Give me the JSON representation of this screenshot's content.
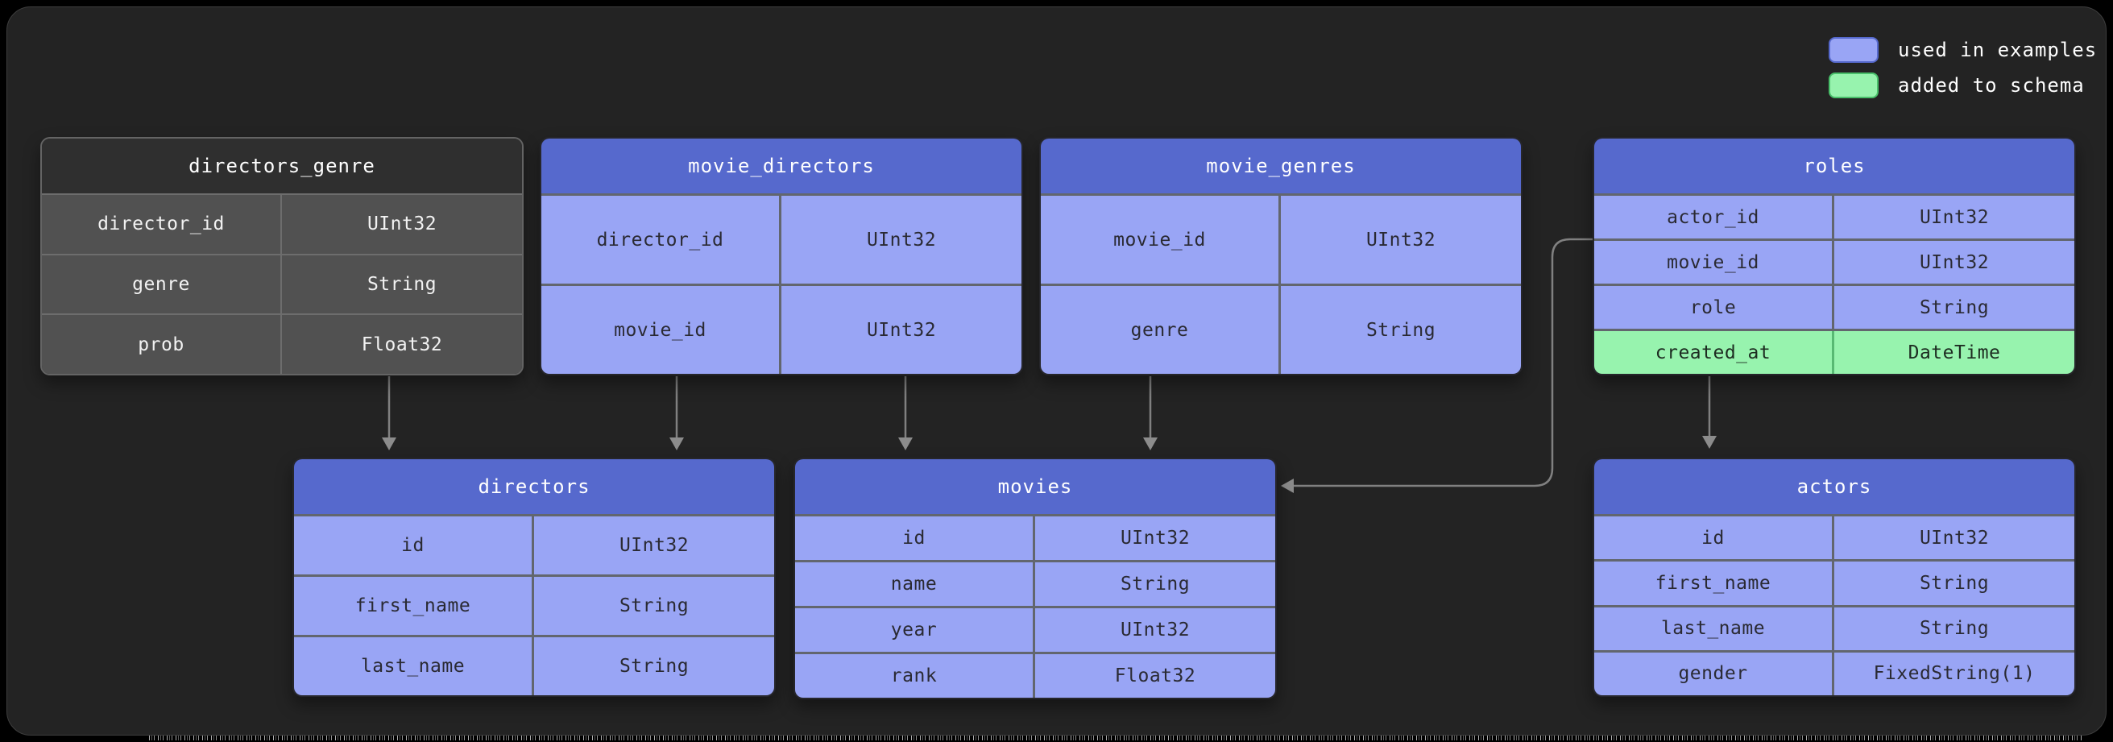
{
  "legend": {
    "items": [
      {
        "label": "used in examples",
        "swatch": "blue",
        "color": "#99a5f5"
      },
      {
        "label": "added to schema",
        "swatch": "green",
        "color": "#97f3ae"
      }
    ]
  },
  "colors": {
    "background": "#232323",
    "table_header_blue": "#5669cd",
    "table_row_blue": "#99a5f5",
    "table_header_muted": "#2f2f2f",
    "table_row_muted": "#515151",
    "added_row_green": "#97f3ae",
    "connector_gray": "#808080"
  },
  "tables": {
    "directors_genre": {
      "title": "directors_genre",
      "variant": "muted",
      "rows": [
        {
          "name": "director_id",
          "type": "UInt32"
        },
        {
          "name": "genre",
          "type": "String"
        },
        {
          "name": "prob",
          "type": "Float32"
        }
      ]
    },
    "movie_directors": {
      "title": "movie_directors",
      "variant": "used_in_examples",
      "rows": [
        {
          "name": "director_id",
          "type": "UInt32"
        },
        {
          "name": "movie_id",
          "type": "UInt32"
        }
      ]
    },
    "movie_genres": {
      "title": "movie_genres",
      "variant": "used_in_examples",
      "rows": [
        {
          "name": "movie_id",
          "type": "UInt32"
        },
        {
          "name": "genre",
          "type": "String"
        }
      ]
    },
    "roles": {
      "title": "roles",
      "variant": "used_in_examples",
      "rows": [
        {
          "name": "actor_id",
          "type": "UInt32"
        },
        {
          "name": "movie_id",
          "type": "UInt32"
        },
        {
          "name": "role",
          "type": "String"
        },
        {
          "name": "created_at",
          "type": "DateTime",
          "status": "added_to_schema"
        }
      ]
    },
    "directors": {
      "title": "directors",
      "variant": "used_in_examples",
      "rows": [
        {
          "name": "id",
          "type": "UInt32"
        },
        {
          "name": "first_name",
          "type": "String"
        },
        {
          "name": "last_name",
          "type": "String"
        }
      ]
    },
    "movies": {
      "title": "movies",
      "variant": "used_in_examples",
      "rows": [
        {
          "name": "id",
          "type": "UInt32"
        },
        {
          "name": "name",
          "type": "String"
        },
        {
          "name": "year",
          "type": "UInt32"
        },
        {
          "name": "rank",
          "type": "Float32"
        }
      ]
    },
    "actors": {
      "title": "actors",
      "variant": "used_in_examples",
      "rows": [
        {
          "name": "id",
          "type": "UInt32"
        },
        {
          "name": "first_name",
          "type": "String"
        },
        {
          "name": "last_name",
          "type": "String"
        },
        {
          "name": "gender",
          "type": "FixedString(1)"
        }
      ]
    }
  },
  "relationships": [
    {
      "from": "directors_genre",
      "to": "directors"
    },
    {
      "from": "movie_directors",
      "to": "directors"
    },
    {
      "from": "movie_directors",
      "to": "movies"
    },
    {
      "from": "movie_genres",
      "to": "movies"
    },
    {
      "from": "roles",
      "to": "movies"
    },
    {
      "from": "roles",
      "to": "actors"
    }
  ]
}
